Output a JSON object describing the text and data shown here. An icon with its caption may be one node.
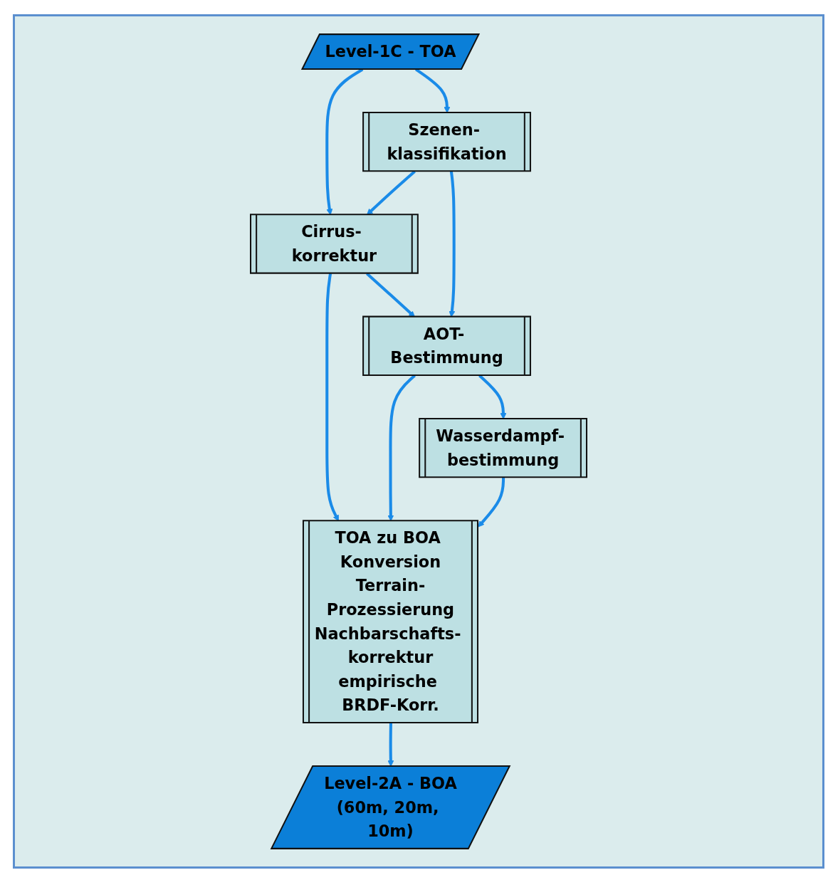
{
  "diagram": {
    "nodes": [
      {
        "text": [
          "Level-1C - TOA"
        ]
      },
      {
        "text": [
          "Szenen- klassifikation"
        ]
      },
      {
        "text": [
          "Cirrus- korrektur"
        ]
      },
      {
        "text": [
          "AOT- Bestimmung"
        ]
      },
      {
        "text": [
          "TOA zu BOA Konversion",
          "Terrain-Prozessierung",
          "Nachbarschafts- korrektur",
          "empirische BRDF-Korr."
        ]
      },
      {
        "text": [
          "Wasserdampf- bestimmung"
        ]
      },
      {
        "text": [
          "Level-2A - BOA",
          "(60m, 20m, 10m)"
        ]
      }
    ],
    "edges": [
      {
        "from": 0,
        "to": 2,
        "arrow": "to"
      },
      {
        "from": 0,
        "to": 1,
        "arrow": "to"
      },
      {
        "from": 1,
        "to": 2,
        "arrow": "to"
      },
      {
        "from": 1,
        "to": 3,
        "arrow": "to"
      },
      {
        "from": 2,
        "to": 4,
        "arrow": "to"
      },
      {
        "from": 2,
        "to": 3,
        "arrow": "to"
      },
      {
        "from": 3,
        "to": 4,
        "arrow": "to"
      },
      {
        "from": 3,
        "to": 5,
        "arrow": "to"
      },
      {
        "from": 5,
        "to": 4,
        "arrow": "to"
      },
      {
        "from": 4,
        "to": 6,
        "arrow": "to"
      }
    ]
  }
}
